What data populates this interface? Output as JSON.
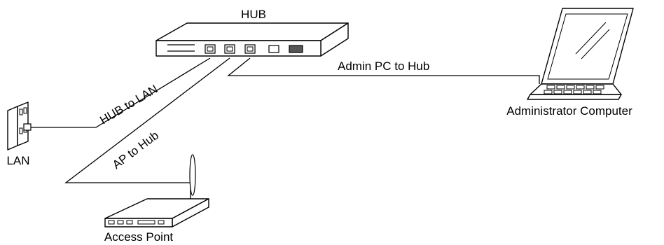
{
  "colors": {
    "line": "#000000",
    "background": "#ffffff"
  },
  "devices": {
    "hub": {
      "label": "HUB",
      "icon": "network-hub-icon"
    },
    "lan": {
      "label": "LAN",
      "icon": "wall-jack-icon"
    },
    "access_point": {
      "label": "Access Point",
      "icon": "wireless-access-point-icon"
    },
    "admin_pc": {
      "label": "Administrator Computer",
      "icon": "laptop-icon"
    }
  },
  "connections": {
    "hub_to_lan": {
      "label": "HUB to LAN"
    },
    "ap_to_hub": {
      "label": "AP to Hub"
    },
    "admin_to_hub": {
      "label": "Admin PC to Hub"
    }
  }
}
